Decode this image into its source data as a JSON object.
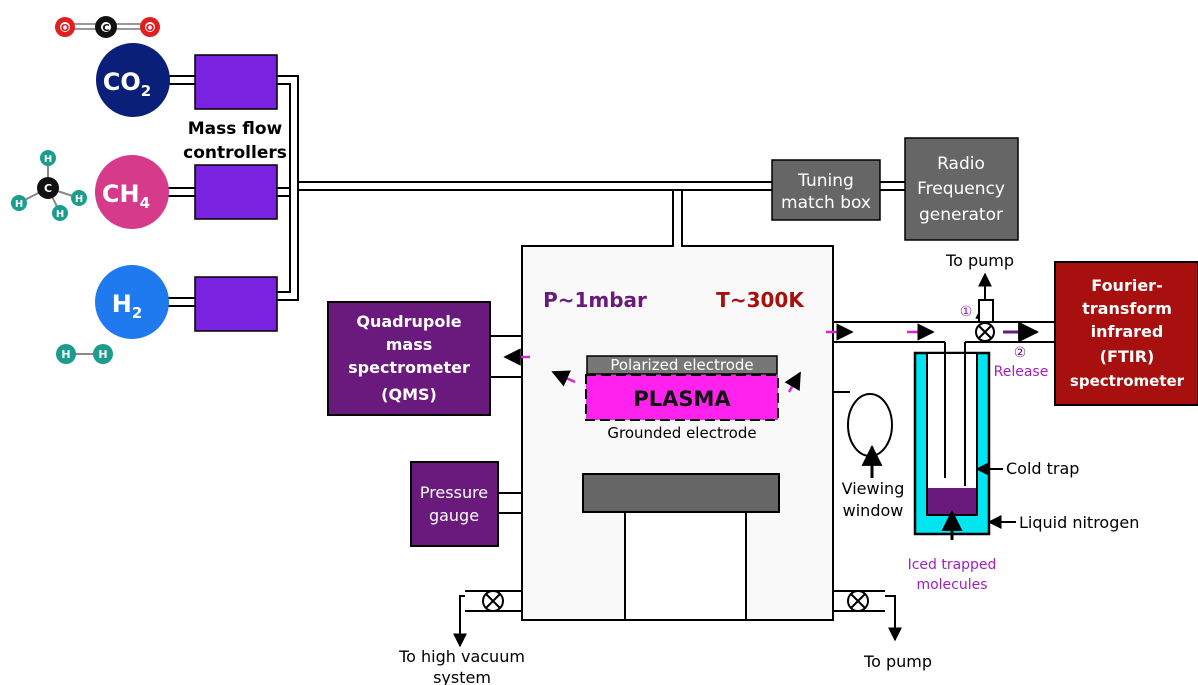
{
  "gases": {
    "co2": {
      "label": "CO",
      "sub": "2",
      "color": "#0a1f78"
    },
    "ch4": {
      "label": "CH",
      "sub": "4",
      "color": "#d63a8a"
    },
    "h2": {
      "label": "H",
      "sub": "2",
      "color": "#1f7af0"
    }
  },
  "molecules": {
    "o": "O",
    "c": "C",
    "h": "H",
    "o_color": "#e02020",
    "c_color": "#111111",
    "h_color": "#1a9c8e"
  },
  "mfc": {
    "line1": "Mass flow",
    "line2": "controllers",
    "color": "#7a22e0"
  },
  "tuning": {
    "line1": "Tuning",
    "line2": "match box"
  },
  "rf": {
    "line1": "Radio",
    "line2": "Frequency",
    "line3": "generator"
  },
  "qms": {
    "line1": "Quadrupole",
    "line2": "mass",
    "line3": "spectrometer",
    "line4": "(QMS)",
    "color": "#6a1a7c"
  },
  "gauge": {
    "line1": "Pressure",
    "line2": "gauge"
  },
  "chamber": {
    "pressure": "P~1mbar",
    "temperature": "T~300K",
    "polarized": "Polarized electrode",
    "plasma": "PLASMA",
    "grounded": "Grounded electrode",
    "plasma_color": "#ff22ee"
  },
  "ftir": {
    "line1": "Fourier-",
    "line2": "transform",
    "line3": "infrared",
    "line4": "(FTIR)",
    "line5": "spectrometer",
    "color": "#a80f0f"
  },
  "trap": {
    "to_pump": "To pump",
    "release": "Release",
    "step1": "①",
    "step2": "②",
    "cold_trap": "Cold trap",
    "liquid_nitrogen": "Liquid nitrogen",
    "iced_line1": "Iced trapped",
    "iced_line2": "molecules",
    "ln2_color": "#00e5f0"
  },
  "window": {
    "line1": "Viewing",
    "line2": "window"
  },
  "bottom": {
    "hv_line1": "To high vacuum",
    "hv_line2": "system",
    "to_pump": "To pump"
  }
}
